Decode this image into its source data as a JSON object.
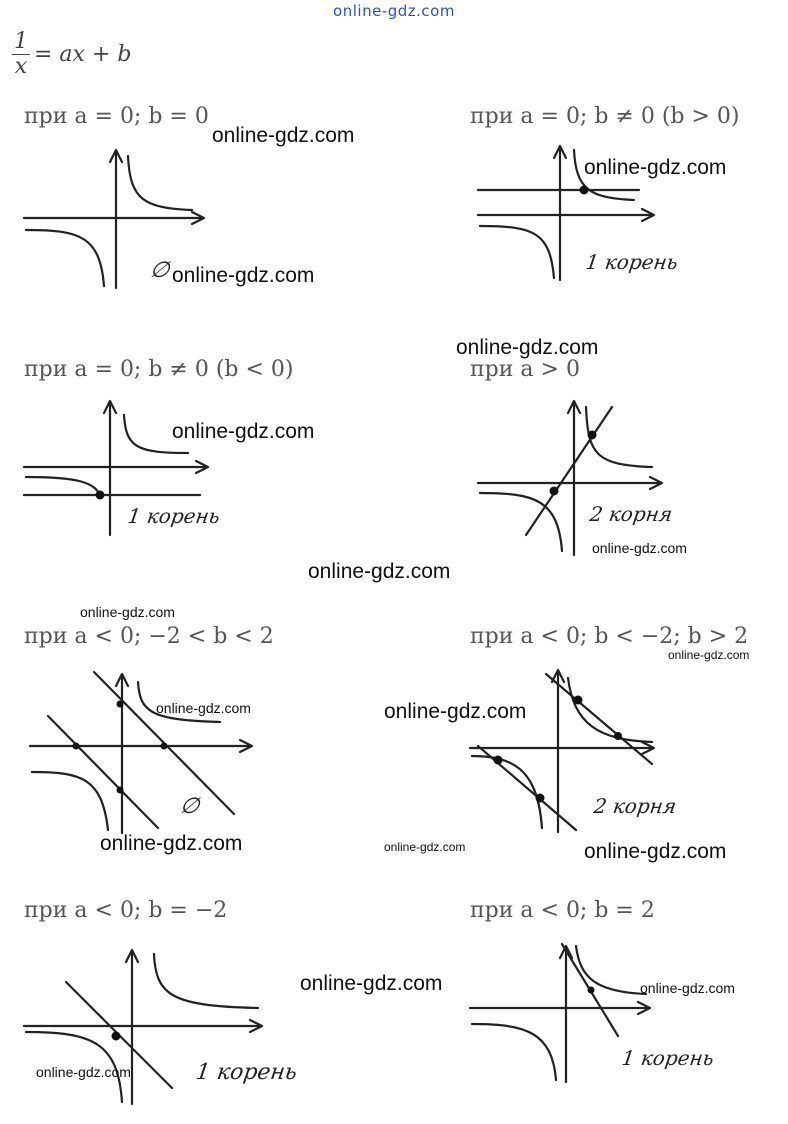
{
  "site_top": "online-gdz.com",
  "equation": {
    "num": "1",
    "den": "x",
    "rest": "= ax + b"
  },
  "panels": [
    {
      "cond": "при a = 0; b = 0",
      "note": "∅"
    },
    {
      "cond": "при a = 0; b ≠ 0 (b > 0)",
      "note": "1 корень"
    },
    {
      "cond": "при a = 0; b ≠ 0 (b < 0)",
      "note": "1 корень"
    },
    {
      "cond": "при a > 0",
      "note": "2 корня"
    },
    {
      "cond": "при a < 0; −2 < b < 2",
      "note": "∅"
    },
    {
      "cond": "при a < 0; b < −2; b > 2",
      "note": "2 корня"
    },
    {
      "cond": "при a < 0; b = −2",
      "note": "1 корень"
    },
    {
      "cond": "при a < 0; b = 2",
      "note": "1 корень"
    }
  ],
  "watermark": "online-gdz.com"
}
